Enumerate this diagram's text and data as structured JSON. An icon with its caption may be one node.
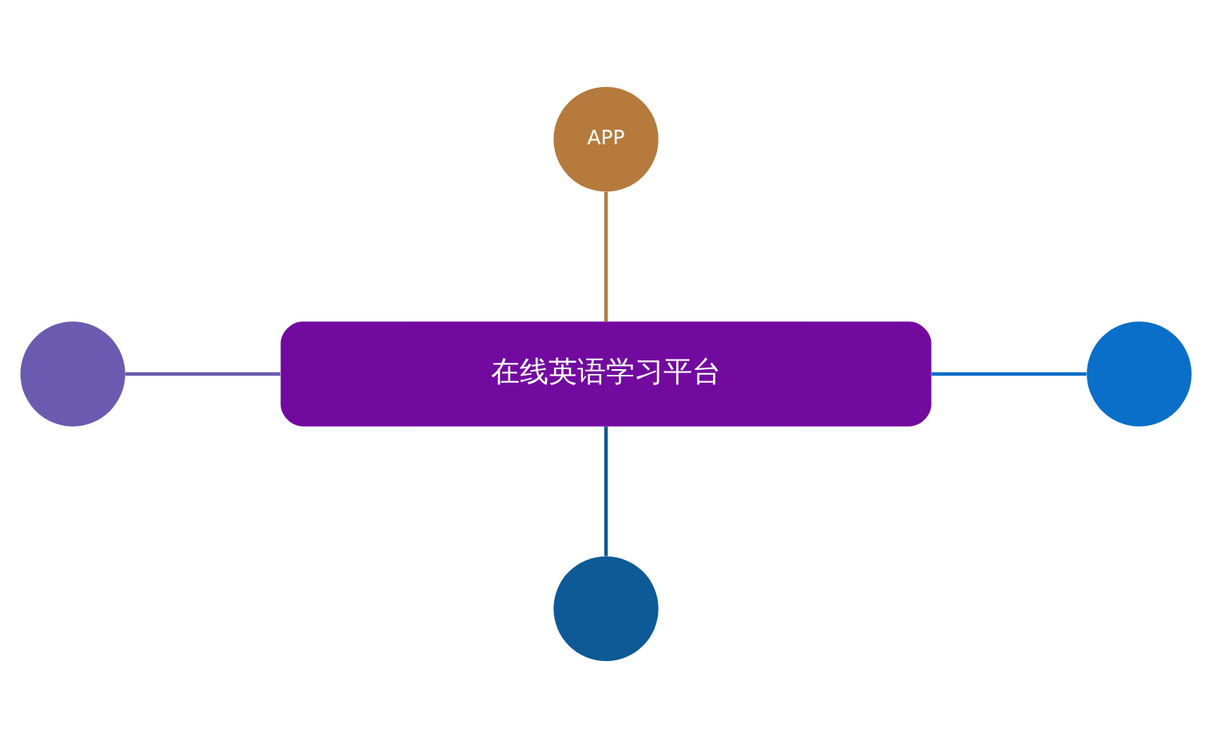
{
  "diagram": {
    "nodes": [
      {
        "text": [
          "APP"
        ]
      },
      {
        "text": [],
        "shape": "circle"
      },
      {
        "text": [
          "在线英语学习平台"
        ]
      },
      {
        "text": [],
        "shape": "circle"
      },
      {
        "text": [],
        "shape": "circle"
      }
    ],
    "edges": [
      {
        "from": 0,
        "to": 2,
        "arrow": "none",
        "color": "#b57a3c"
      },
      {
        "from": 1,
        "to": 2,
        "arrow": "none",
        "color": "#6a5bb0"
      },
      {
        "from": 2,
        "to": 3,
        "arrow": "none",
        "color": "#0a6fc9"
      },
      {
        "from": 2,
        "to": 4,
        "arrow": "none",
        "color": "#0d5a97"
      }
    ]
  }
}
